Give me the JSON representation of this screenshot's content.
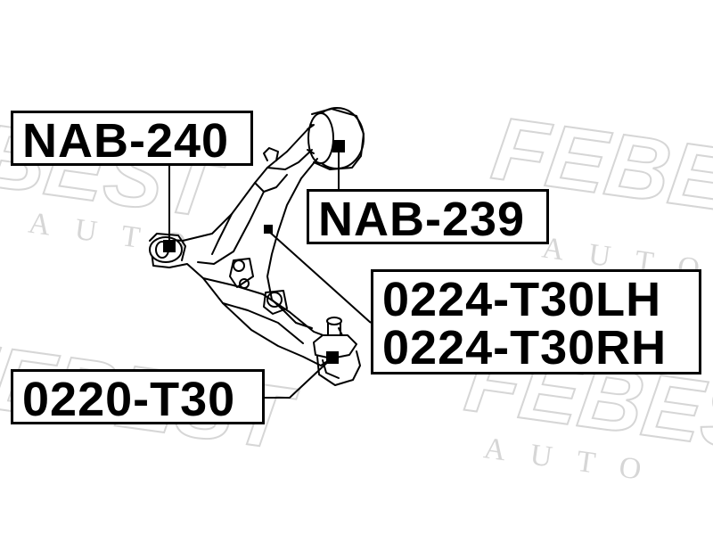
{
  "labels": {
    "nab240": "NAB-240",
    "nab239": "NAB-239",
    "lower_arm_lh": "0224-T30LH",
    "lower_arm_rh": "0224-T30RH",
    "ball_joint": "0220-T30"
  },
  "watermark": {
    "brand": "FEBEST",
    "sub": "AUTO"
  },
  "colors": {
    "watermark": "#c8c8c8",
    "line": "#000000"
  }
}
